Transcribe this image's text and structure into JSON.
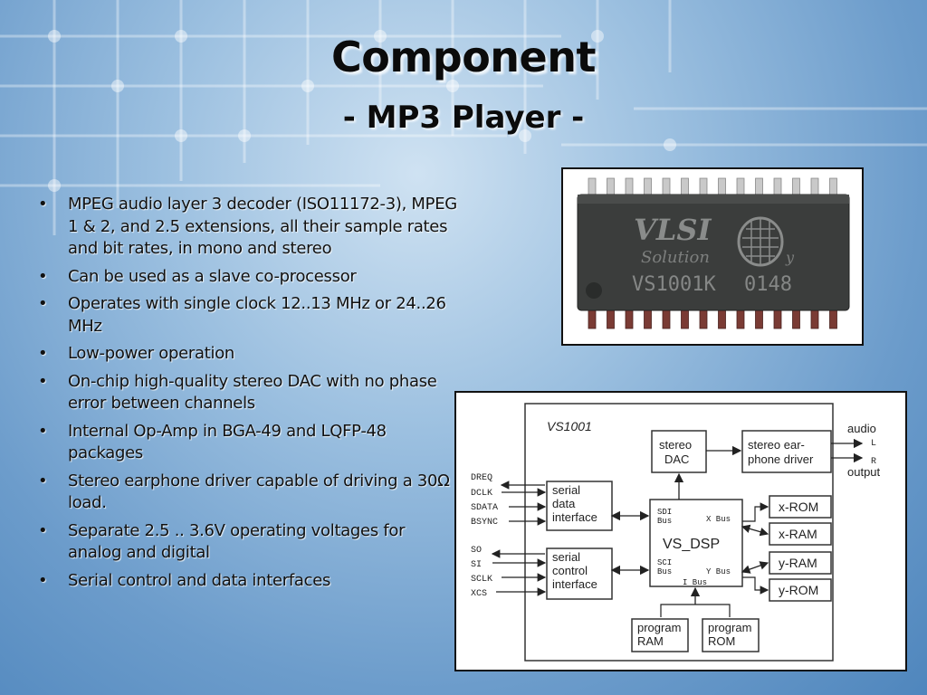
{
  "slide": {
    "title": "Component",
    "subtitle": "- MP3 Player -",
    "bullets": [
      "MPEG audio layer 3 decoder (ISO11172-3), MPEG 1 & 2, and 2.5 extensions, all their sample rates and bit rates, in mono and stereo",
      "Can be used as a slave co-processor",
      "Operates with single clock 12..13 MHz or 24..26 MHz",
      "Low-power operation",
      "On-chip high-quality stereo DAC with no phase error between channels",
      "Internal Op-Amp in BGA-49 and LQFP-48 packages",
      "Stereo earphone driver capable of driving a 30Ω load.",
      "Separate 2.5 .. 3.6V operating voltages for analog and digital",
      "Serial control and data interfaces"
    ]
  },
  "chip_photo": {
    "brand": "VLSI",
    "brand_sub": "Solution",
    "brand_mark": "y",
    "part_number": "VS1001K",
    "date_code": "0148"
  },
  "diagram": {
    "chip_label": "VS1001",
    "dac": [
      "stereo",
      "DAC"
    ],
    "driver": [
      "stereo ear-",
      "phone driver"
    ],
    "audio_label": "audio",
    "l_label": "L",
    "r_label": "R",
    "output_label": "output",
    "serial_data": [
      "serial",
      "data",
      "interface"
    ],
    "serial_control": [
      "serial",
      "control",
      "interface"
    ],
    "data_signals": [
      "DREQ",
      "DCLK",
      "SDATA",
      "BSYNC"
    ],
    "control_signals": [
      "SO",
      "SI",
      "SCLK",
      "XCS"
    ],
    "core": "VS_DSP",
    "sdi_bus": [
      "SDI",
      "Bus"
    ],
    "sci_bus": [
      "SCI",
      "Bus"
    ],
    "x_bus": "X Bus",
    "y_bus": "Y Bus",
    "i_bus": "I Bus",
    "x_rom": "x-ROM",
    "x_ram": "x-RAM",
    "y_ram": "y-RAM",
    "y_rom": "y-ROM",
    "program_ram": [
      "program",
      "RAM"
    ],
    "program_rom": [
      "program",
      "ROM"
    ]
  }
}
